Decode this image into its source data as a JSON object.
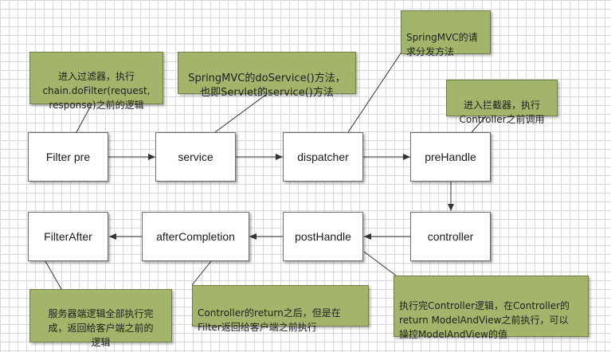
{
  "boxes": {
    "filter_pre": "Filter pre",
    "service": "service",
    "dispatcher": "dispatcher",
    "pre_handle": "preHandle",
    "controller": "controller",
    "post_handle": "postHandle",
    "after_completion": "afterCompletion",
    "filter_after": "FilterAfter"
  },
  "notes": {
    "filter_pre": "进入过滤器，执行\nchain.doFilter(request,\nresponse)之前的逻辑",
    "service": "SpringMVC的doService()方法，\n也即Servlet的service()方法",
    "dispatcher": "SpringMVC的请\n求分发方法",
    "pre_handle": "进入拦截器，执行\nController之前调用",
    "filter_after": "服务器端逻辑全部执行完\n成，返回给客户端之前的\n逻辑",
    "after_completion": "Controller的return之后，但是在\nFilter返回给客户端之前执行",
    "post_handle": "执行完Controller逻辑，在Controller的\nreturn ModelAndView之前执行，可以\n操控ModelAndView的值"
  }
}
